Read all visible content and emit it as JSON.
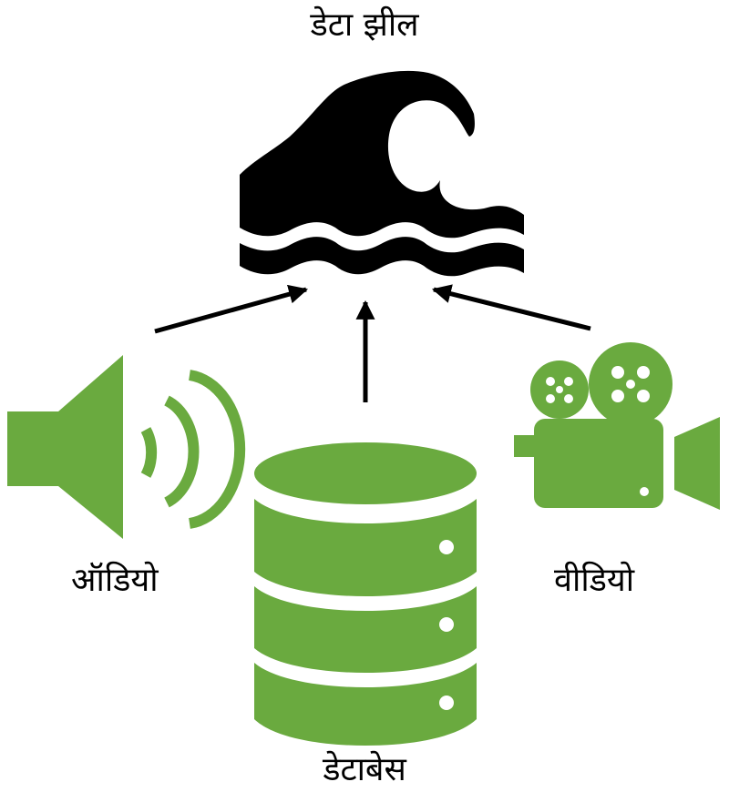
{
  "diagram": {
    "title": "डेटा झील",
    "sources": {
      "audio": "ऑडियो",
      "database": "डेटाबेस",
      "video": "वीडियो"
    }
  },
  "colors": {
    "accent_green": "#6aaa3f",
    "icon_black": "#000000",
    "background": "#ffffff"
  },
  "icons": {
    "lake": "wave-icon",
    "audio": "speaker-icon",
    "database": "database-icon",
    "video": "video-camera-icon"
  }
}
